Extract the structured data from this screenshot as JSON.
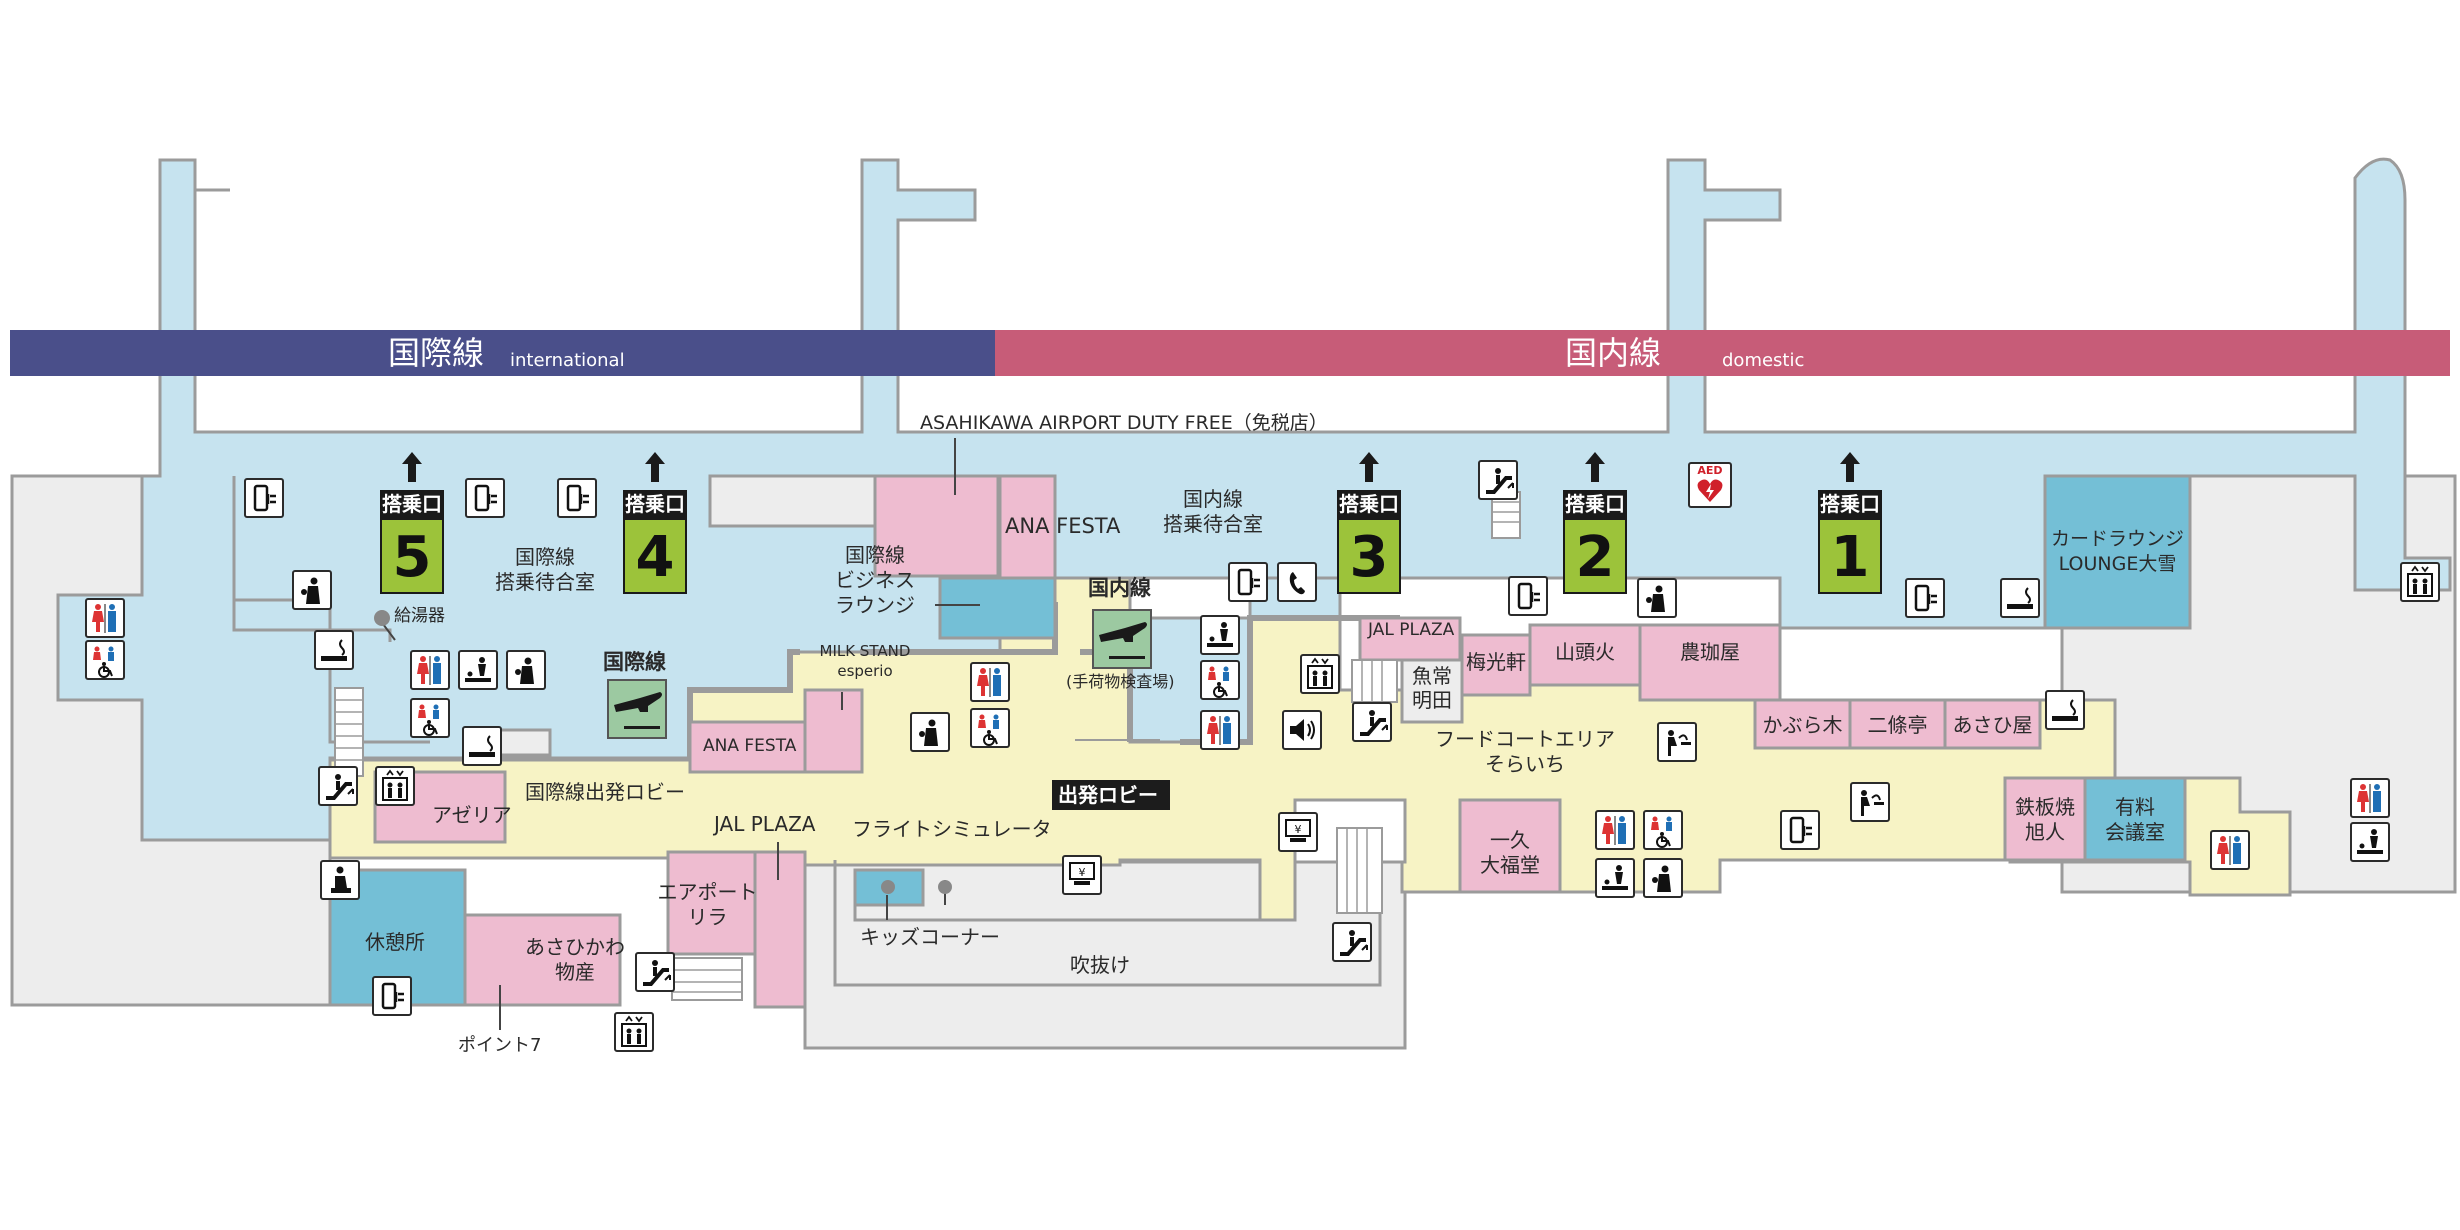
{
  "banner": {
    "international_jp": "国際線",
    "international_en": "international",
    "domestic_jp": "国内線",
    "domestic_en": "domestic",
    "colors": {
      "international": "#4a4f8a",
      "domestic": "#c75c78"
    }
  },
  "gates": {
    "label": "搭乗口",
    "numbers": [
      "5",
      "4",
      "3",
      "2",
      "1"
    ]
  },
  "areas": {
    "duty_free": "ASAHIKAWA AIRPORT DUTY FREE（免税店）",
    "intl_waiting_l1": "国際線",
    "intl_waiting_l2": "搭乗待合室",
    "dom_waiting_l1": "国内線",
    "dom_waiting_l2": "搭乗待合室",
    "hot_water": "給湯器",
    "ana_festa_top": "ANA FESTA",
    "biz_lounge_l1": "国際線",
    "biz_lounge_l2": "ビジネス",
    "biz_lounge_l3": "ラウンジ",
    "domestic_gate_sign": "国内線",
    "baggage_check": "(手荷物検査場)",
    "intl_gate_sign": "国際線",
    "milk_stand_l1": "MILK STAND",
    "milk_stand_l2": "esperio",
    "ana_festa_bottom": "ANA FESTA",
    "intl_departure_lobby": "国際線出発ロビー",
    "azalea": "アゼリア",
    "jal_plaza_top": "JAL PLAZA",
    "jal_plaza_bottom": "JAL PLAZA",
    "departure_lobby": "出発ロビー",
    "flight_sim": "フライトシミュレータ",
    "kids_corner": "キッズコーナー",
    "atrium": "吹抜け",
    "airport_lira_l1": "エアポート",
    "airport_lira_l2": "リラ",
    "rest_area": "休憩所",
    "asahikawa_bussan_l1": "あさひかわ",
    "asahikawa_bussan_l2": "物産",
    "point7": "ポイント7",
    "uoichi_l1": "魚常",
    "uoichi_l2": "明田",
    "baikouken": "梅光軒",
    "santouka": "山頭火",
    "noukouya": "農珈屋",
    "food_court_l1": "フードコートエリア",
    "food_court_l2": "そらいち",
    "kaburagi": "かぶら木",
    "nijoutei": "二條亭",
    "asahiya": "あさひ屋",
    "teppanyaki_l1": "鉄板焼",
    "teppanyaki_l2": "旭人",
    "meeting_room_l1": "有料",
    "meeting_room_l2": "会議室",
    "card_lounge_l1": "カードラウンジ",
    "card_lounge_l2": "LOUNGE大雪",
    "ikkyu_l1": "一久",
    "ikkyu_l2": "大福堂",
    "aed": "AED"
  },
  "icon_names": [
    "smartphone-charge",
    "phone",
    "escalator",
    "elevator",
    "restroom",
    "multipurpose-restroom",
    "nursing-room",
    "smoking-area",
    "prayer-room",
    "atm",
    "speaker",
    "drinking-fountain",
    "baby-changing",
    "aed"
  ],
  "colors": {
    "airside": "#c6e3ef",
    "shop": "#eebcd0",
    "lounge": "#74bfd6",
    "public": "#f7f3c5",
    "grey": "#ededed",
    "outline": "#9b9b9b",
    "gate_green": "#9cc33a"
  }
}
